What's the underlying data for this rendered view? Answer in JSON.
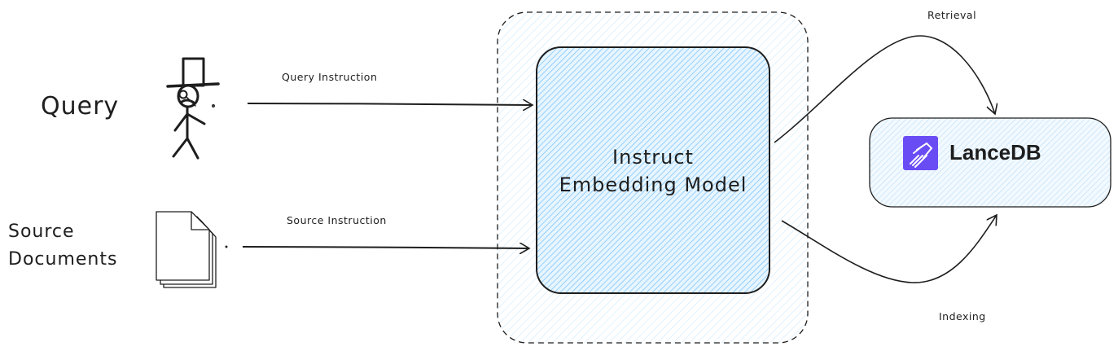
{
  "inputs": {
    "query_label": "Query",
    "source_label_line1": "Source",
    "source_label_line2": "Documents"
  },
  "arrows": {
    "query_instruction": "Query Instruction",
    "source_instruction": "Source Instruction",
    "retrieval": "Retrieval",
    "indexing": "Indexing"
  },
  "model": {
    "line1": "Instruct",
    "line2": "Embedding Model"
  },
  "database": {
    "name": "LanceDB",
    "logo_icon": "lancedb-logo-icon",
    "logo_color": "#6a4cf5"
  },
  "colors": {
    "model_fill": "#a5d8ff",
    "container_fill": "#e7f5ff",
    "db_fill": "#dbeefb",
    "stroke": "#1e1e1e"
  }
}
